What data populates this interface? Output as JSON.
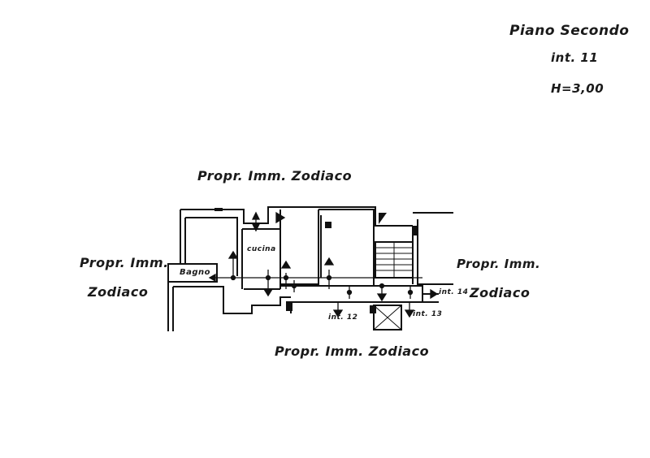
{
  "header": {
    "floor": "Piano Secondo",
    "unit": "int. 11",
    "height": "H=3,00"
  },
  "neighbors": {
    "top": "Propr. Imm. Zodiaco",
    "left_line1": "Propr. Imm.",
    "left_line2": "Zodiaco",
    "right_line1": "Propr. Imm.",
    "right_line2": "Zodiaco",
    "bottom": "Propr. Imm. Zodiaco"
  },
  "rooms": {
    "bathroom": "Bagno",
    "kitchen": "cucina"
  },
  "adjacent_units": {
    "unit12": "int. 12",
    "unit13": "int. 13",
    "unit14": "int. 14"
  }
}
